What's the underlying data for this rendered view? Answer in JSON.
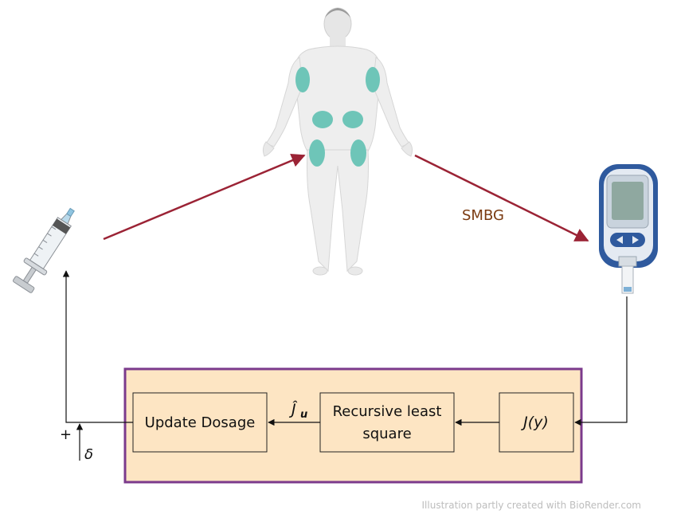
{
  "labels": {
    "smbg": "SMBG",
    "update_dosage": "Update Dosage",
    "rls_line1": "Recursive least",
    "rls_line2": "square",
    "j_of_y": "J(y)",
    "j_hat": "Ĵ",
    "j_hat_sub": "u",
    "plus": "+",
    "delta": "δ",
    "credit": "Illustration partly created with BioRender.com"
  },
  "colors": {
    "arrow_red": "#9b2335",
    "smbg_text": "#7a3a10",
    "controller_fill": "#fde5c3",
    "controller_border": "#7b3a8c",
    "box_fill": "#fde5c3",
    "box_border": "#222222",
    "body_skin": "#eeeeee",
    "injection_sites": "#6ec5b8",
    "meter_blue": "#2f5a9e",
    "credit_text": "#bdbdbd"
  },
  "icons": {
    "syringe": "syringe-icon",
    "body": "human-body-icon",
    "meter": "glucose-meter-icon"
  }
}
